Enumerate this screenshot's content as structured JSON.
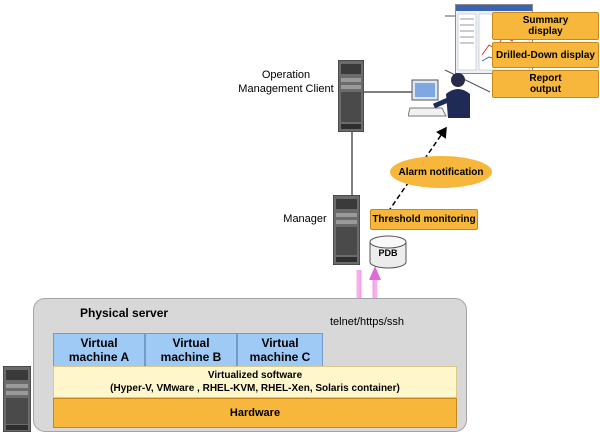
{
  "operation_client": {
    "label_line1": "Operation",
    "label_line2": "Management Client"
  },
  "menu": {
    "summary_line1": "Summary",
    "summary_line2": "display",
    "drilled": "Drilled-Down display",
    "report_line1": "Report",
    "report_line2": "output"
  },
  "alarm_notification": "Alarm notification",
  "manager": {
    "label": "Manager",
    "threshold": "Threshold monitoring",
    "pdb": "PDB"
  },
  "protocol": "telnet/https/ssh",
  "physical_server": {
    "title": "Physical server",
    "vm_a_line1": "Virtual",
    "vm_a_line2": "machine A",
    "vm_b_line1": "Virtual",
    "vm_b_line2": "machine B",
    "vm_c_line1": "Virtual",
    "vm_c_line2": "machine C",
    "virt_title": "Virtualized software",
    "virt_products": "(Hyper-V, VMware , RHEL-KVM, RHEL-Xen, Solaris container)",
    "hardware": "Hardware"
  },
  "colors": {
    "orange": "#f6b73c",
    "vm_blue": "#9fcaf6",
    "virt_yellow": "#fff6cc",
    "pink_arrow": "#e06bd8"
  },
  "icons": [
    "server-tower-icon",
    "database-cylinder-icon",
    "person-at-pc-icon",
    "screenshot-window-icon"
  ]
}
